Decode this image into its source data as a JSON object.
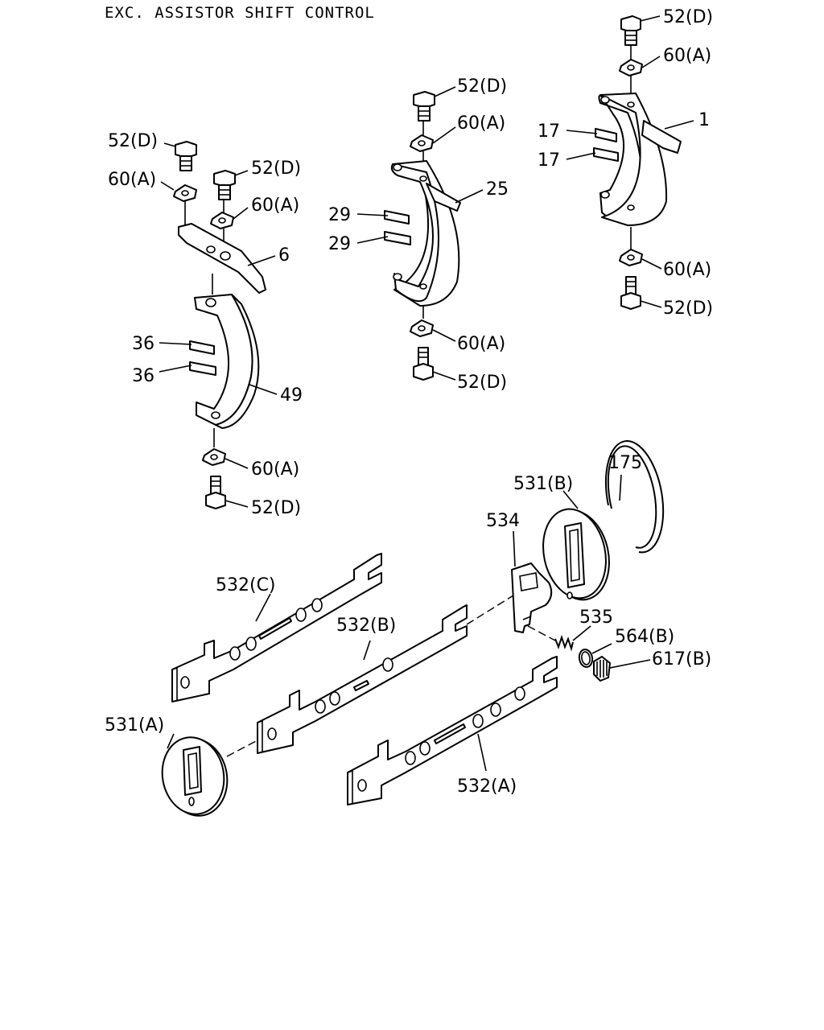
{
  "title": "EXC. ASSISTOR SHIFT CONTROL",
  "labels": {
    "a1_52d": "52(D)",
    "a1_60a": "60(A)",
    "a1_17a": "17",
    "a1_17b": "17",
    "a1_1": "1",
    "a1_60a_low": "60(A)",
    "a1_52d_low": "52(D)",
    "a2_52d": "52(D)",
    "a2_60a": "60(A)",
    "a2_25": "25",
    "a2_29a": "29",
    "a2_29b": "29",
    "a2_60a_low": "60(A)",
    "a2_52d_low": "52(D)",
    "a3_52d_l": "52(D)",
    "a3_60a_l": "60(A)",
    "a3_52d_r": "52(D)",
    "a3_60a_r": "60(A)",
    "a3_6": "6",
    "a3_36a": "36",
    "a3_36b": "36",
    "a3_49": "49",
    "a3_60a_low": "60(A)",
    "a3_52d_low": "52(D)",
    "b_175": "175",
    "b_531b": "531(B)",
    "b_534": "534",
    "b_532c": "532(C)",
    "b_532b": "532(B)",
    "b_535": "535",
    "b_564b": "564(B)",
    "b_617b": "617(B)",
    "b_531a": "531(A)",
    "b_532a": "532(A)"
  }
}
